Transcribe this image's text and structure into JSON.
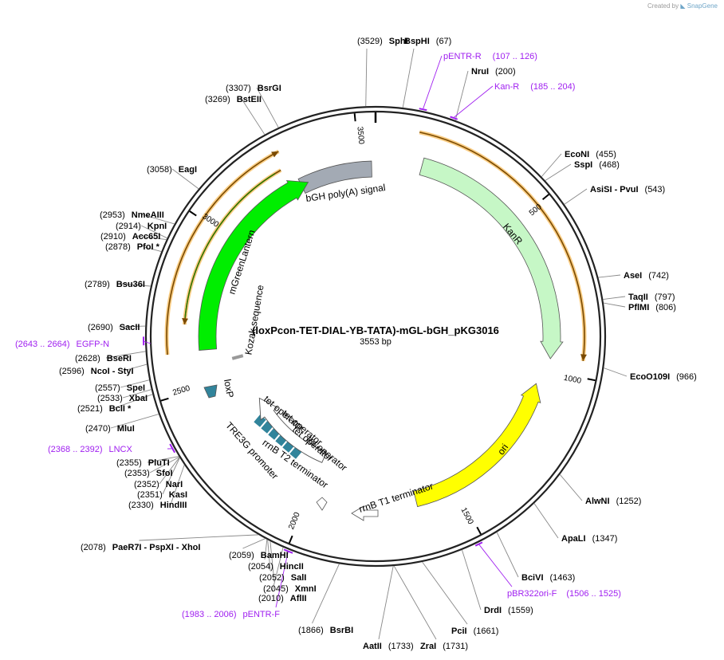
{
  "credit": {
    "created_by": "Created by",
    "brand": "SnapGene"
  },
  "plasmid": {
    "name": "(loxPcon-TET-DIAL-YB-TATA)-mGL-bGH_pKG3016",
    "length_label": "3553 bp",
    "length": 3553
  },
  "ticks": [
    {
      "label": "500",
      "pos": 500
    },
    {
      "label": "1000",
      "pos": 1000
    },
    {
      "label": "1500",
      "pos": 1500
    },
    {
      "label": "2000",
      "pos": 2000
    },
    {
      "label": "2500",
      "pos": 2500
    },
    {
      "label": "3000",
      "pos": 3000
    },
    {
      "label": "3500",
      "pos": 3500
    }
  ],
  "sites": [
    {
      "name": "SphI",
      "pos_label": "(3529)",
      "pos": 3529
    },
    {
      "name": "BspHI",
      "pos_label": "(67)",
      "pos": 67
    },
    {
      "name": "NruI",
      "pos_label": "(200)",
      "pos": 200
    },
    {
      "name": "EcoNI",
      "pos_label": "(455)",
      "pos": 455
    },
    {
      "name": "SspI",
      "pos_label": "(468)",
      "pos": 468
    },
    {
      "name": "AsiSI - PvuI",
      "pos_label": "(543)",
      "pos": 543
    },
    {
      "name": "AseI",
      "pos_label": "(742)",
      "pos": 742
    },
    {
      "name": "TaqII",
      "pos_label": "(797)",
      "pos": 797
    },
    {
      "name": "PflMI",
      "pos_label": "(806)",
      "pos": 806
    },
    {
      "name": "EcoO109I",
      "pos_label": "(966)",
      "pos": 966
    },
    {
      "name": "AlwNI",
      "pos_label": "(1252)",
      "pos": 1252
    },
    {
      "name": "ApaLI",
      "pos_label": "(1347)",
      "pos": 1347
    },
    {
      "name": "BciVI",
      "pos_label": "(1463)",
      "pos": 1463
    },
    {
      "name": "DrdI",
      "pos_label": "(1559)",
      "pos": 1559
    },
    {
      "name": "PciI",
      "pos_label": "(1661)",
      "pos": 1661
    },
    {
      "name": "ZraI",
      "pos_label": "(1731)",
      "pos": 1731
    },
    {
      "name": "AatII",
      "pos_label": "(1733)",
      "pos": 1733
    },
    {
      "name": "BsrBI",
      "pos_label": "(1866)",
      "pos": 1866
    },
    {
      "name": "AflII",
      "pos_label": "(2010)",
      "pos": 2010
    },
    {
      "name": "XmnI",
      "pos_label": "(2045)",
      "pos": 2045
    },
    {
      "name": "SalI",
      "pos_label": "(2052)",
      "pos": 2052
    },
    {
      "name": "HincII",
      "pos_label": "(2054)",
      "pos": 2054
    },
    {
      "name": "BamHI",
      "pos_label": "(2059)",
      "pos": 2059
    },
    {
      "name": "PaeR7I - PspXI - XhoI",
      "pos_label": "(2078)",
      "pos": 2078
    },
    {
      "name": "HindIII",
      "pos_label": "(2330)",
      "pos": 2330
    },
    {
      "name": "KasI",
      "pos_label": "(2351)",
      "pos": 2351
    },
    {
      "name": "NarI",
      "pos_label": "(2352)",
      "pos": 2352
    },
    {
      "name": "SfoI",
      "pos_label": "(2353)",
      "pos": 2353
    },
    {
      "name": "PluTI",
      "pos_label": "(2355)",
      "pos": 2355
    },
    {
      "name": "MluI",
      "pos_label": "(2470)",
      "pos": 2470
    },
    {
      "name": "BclI *",
      "pos_label": "(2521)",
      "pos": 2521
    },
    {
      "name": "XbaI",
      "pos_label": "(2533)",
      "pos": 2533
    },
    {
      "name": "SpeI",
      "pos_label": "(2557)",
      "pos": 2557
    },
    {
      "name": "NcoI - StyI",
      "pos_label": "(2596)",
      "pos": 2596
    },
    {
      "name": "BseRI",
      "pos_label": "(2628)",
      "pos": 2628
    },
    {
      "name": "SacII",
      "pos_label": "(2690)",
      "pos": 2690
    },
    {
      "name": "Bsu36I",
      "pos_label": "(2789)",
      "pos": 2789
    },
    {
      "name": "PfoI *",
      "pos_label": "(2878)",
      "pos": 2878
    },
    {
      "name": "Acc65I",
      "pos_label": "(2910)",
      "pos": 2910
    },
    {
      "name": "KpnI",
      "pos_label": "(2914)",
      "pos": 2914
    },
    {
      "name": "NmeAIII",
      "pos_label": "(2953)",
      "pos": 2953
    },
    {
      "name": "EagI",
      "pos_label": "(3058)",
      "pos": 3058
    },
    {
      "name": "BstEII",
      "pos_label": "(3269)",
      "pos": 3269
    },
    {
      "name": "BsrGI",
      "pos_label": "(3307)",
      "pos": 3307
    }
  ],
  "primers": [
    {
      "name": "pENTR-R",
      "range_label": "(107 .. 126)",
      "start": 107,
      "end": 126
    },
    {
      "name": "Kan-R",
      "range_label": "(185 .. 204)",
      "start": 185,
      "end": 204
    },
    {
      "name": "pBR322ori-F",
      "range_label": "(1506 .. 1525)",
      "start": 1506,
      "end": 1525
    },
    {
      "name": "pENTR-F",
      "range_label": "(1983 .. 2006)",
      "start": 1983,
      "end": 2006
    },
    {
      "name": "LNCX",
      "range_label": "(2368 .. 2392)",
      "start": 2368,
      "end": 2392
    },
    {
      "name": "EGFP-N",
      "range_label": "(2643 .. 2664)",
      "start": 2643,
      "end": 2664
    }
  ],
  "features": [
    {
      "name": "bGH poly(A) signal",
      "color": "#a3aab4"
    },
    {
      "name": "KanR",
      "color": "#c6f7c6"
    },
    {
      "name": "ori",
      "color": "#ffff00"
    },
    {
      "name": "rrnB T1 terminator",
      "color": "#ffffff"
    },
    {
      "name": "rrnB T2 terminator",
      "color": "#ffffff"
    },
    {
      "name": "TRE3G promoter",
      "color": "#ffffff"
    },
    {
      "name": "loxP",
      "color": "#31849b"
    },
    {
      "name": "tet operator",
      "color": "#31849b"
    },
    {
      "name": "Kozak sequence",
      "color": "#999999"
    },
    {
      "name": "mGreenLantern",
      "color": "#00ee00"
    }
  ],
  "colors": {
    "backbone": "#222222",
    "primer": "#a020f0",
    "orf_arrow": "#f5a623",
    "orf_line": "#7a4a00",
    "leader_line": "#888888"
  }
}
